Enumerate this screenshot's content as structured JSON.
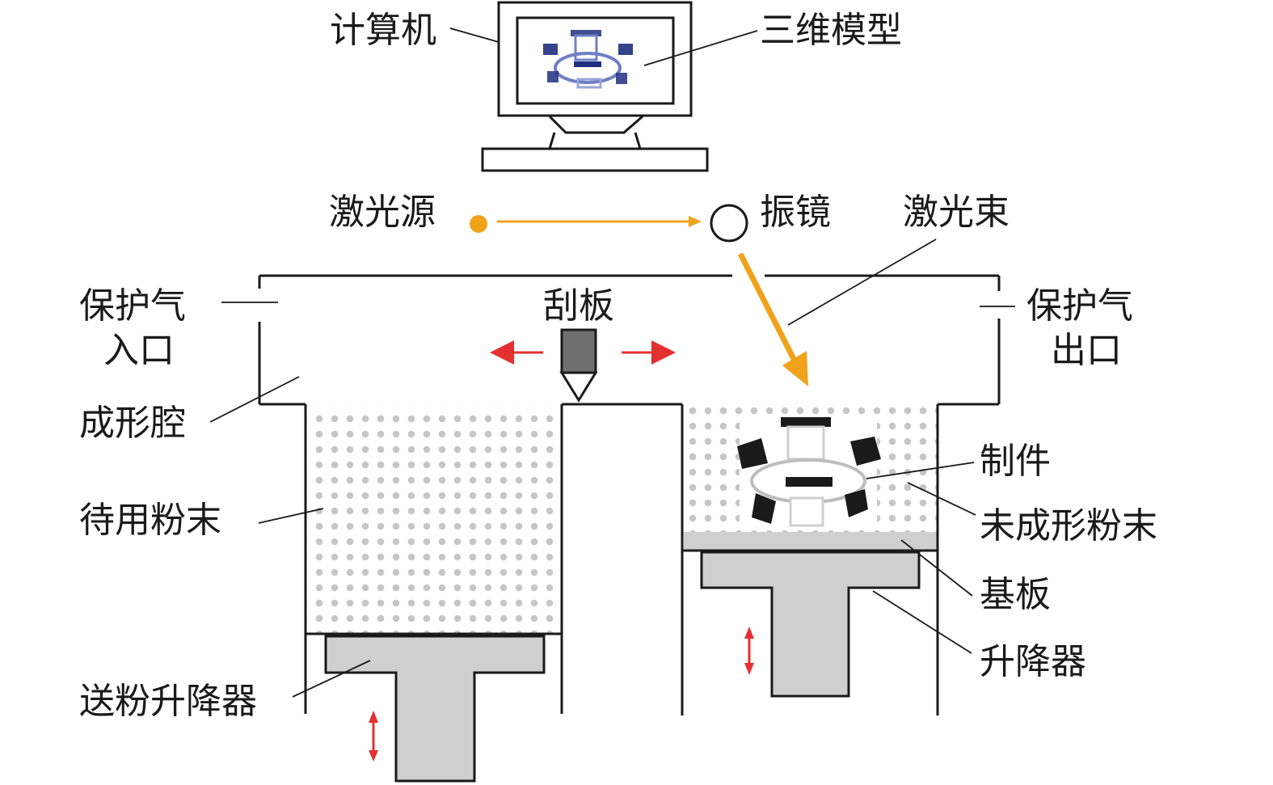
{
  "labels": {
    "computer": "计算机",
    "model_3d": "三维模型",
    "laser_source": "激光源",
    "galvanometer": "振镜",
    "laser_beam": "激光束",
    "shield_gas_inlet_1": "保护气",
    "shield_gas_inlet_2": "入口",
    "scraper": "刮板",
    "shield_gas_outlet_1": "保护气",
    "shield_gas_outlet_2": "出口",
    "build_chamber": "成形腔",
    "feed_powder": "待用粉末",
    "part": "制件",
    "unformed_powder": "未成形粉末",
    "substrate": "基板",
    "build_elevator": "升降器",
    "feed_elevator": "送粉升降器"
  },
  "colors": {
    "laser": "#f0a21a",
    "arrow_red": "#e53030",
    "powder_dot": "#c8c8c8",
    "metal_grey": "#cfcfcf",
    "model_blue": "#2a3a8a"
  }
}
